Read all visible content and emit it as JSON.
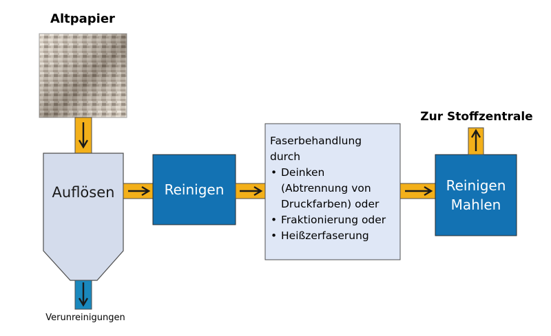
{
  "diagram": {
    "source_label": "Altpapier",
    "destination_label": "Zur Stoffzentrale",
    "waste_label": "Verunreinigungen",
    "steps": {
      "dissolve": "Auflösen",
      "clean": "Reinigen",
      "fiber_treatment": {
        "heading_line1": "Faserbehandlung",
        "heading_line2": "durch",
        "items": [
          {
            "line1": "Deinken",
            "line2": "(Abtrennung von",
            "line3": "Druckfarben) oder"
          },
          {
            "line1": "Fraktionierung oder"
          },
          {
            "line1": "Heißzerfaserung"
          }
        ]
      },
      "refine": {
        "line1": "Reinigen",
        "line2": "Mahlen"
      }
    }
  },
  "colors": {
    "process_blue": "#1372b3",
    "treatment_box": "#dfe7f6",
    "vessel": "#d4dcec",
    "pipe_orange": "#f3b01a",
    "waste_pipe_blue": "#1a88bd",
    "arrow_dark": "#1a1a1a"
  }
}
